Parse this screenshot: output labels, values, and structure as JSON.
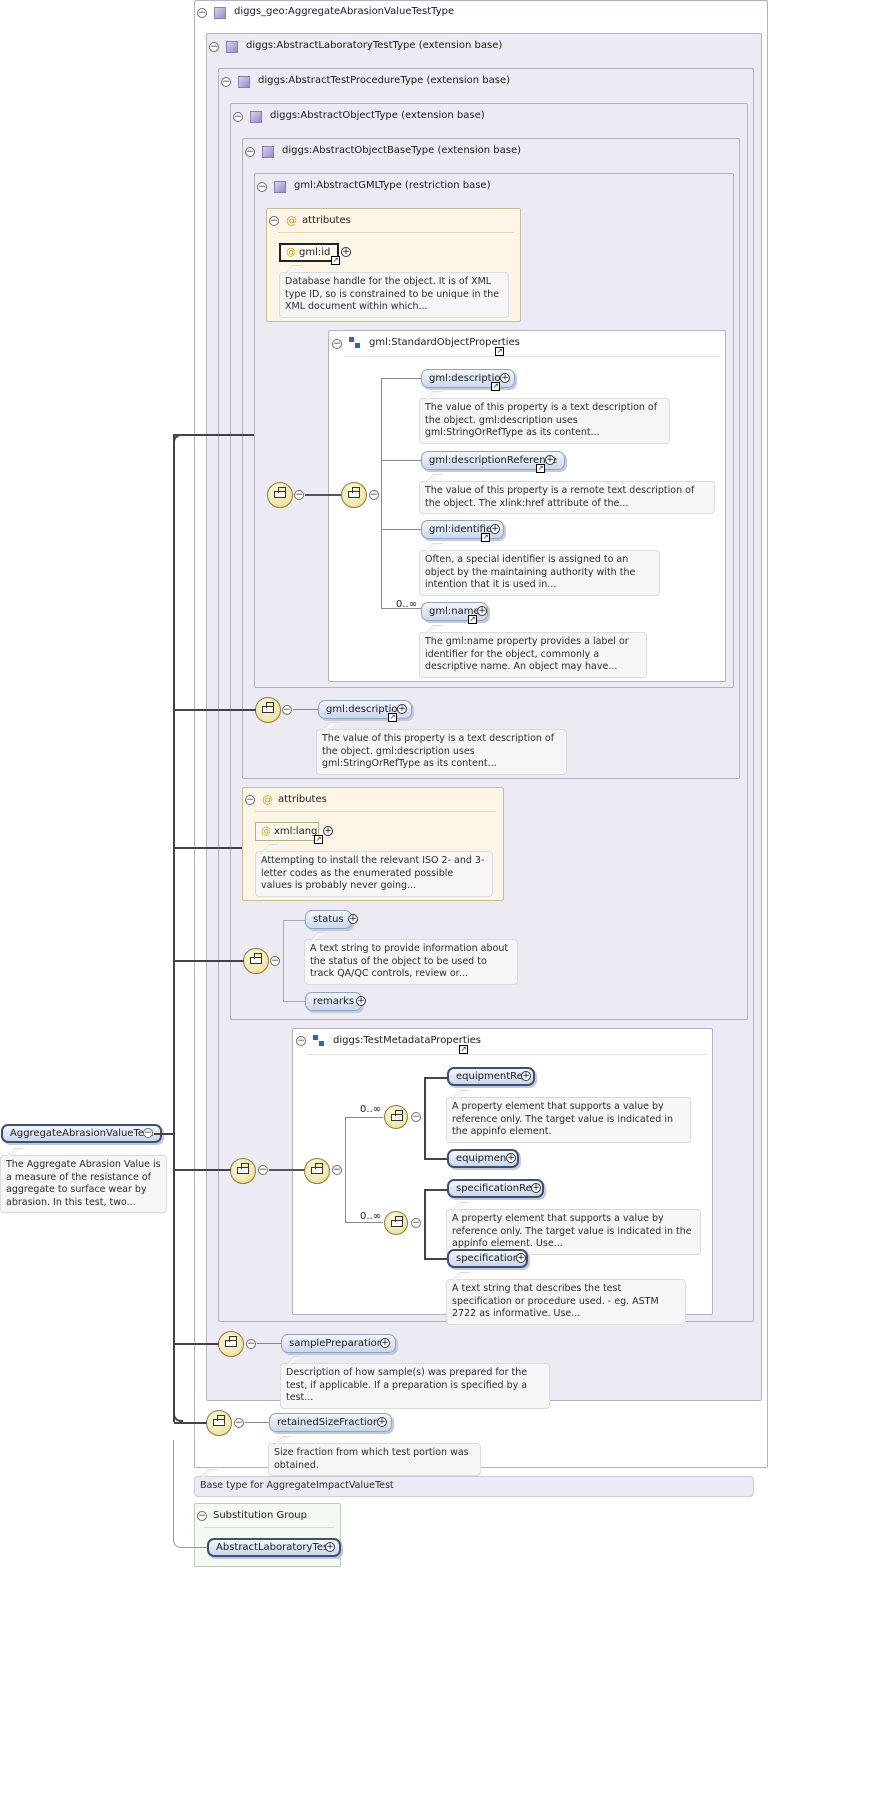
{
  "root": {
    "element": "AggregateAbrasionValueTest",
    "description": "The Aggregate Abrasion Value is a measure of the resistance of aggregate to surface wear by abrasion. In this test, two...",
    "type_title": "diggs_geo:AggregateAbrasionValueTestType"
  },
  "types": {
    "lab_test": "diggs:AbstractLaboratoryTestType (extension base)",
    "test_procedure": "diggs:AbstractTestProcedureType (extension base)",
    "object": "diggs:AbstractObjectType (extension base)",
    "object_base": "diggs:AbstractObjectBaseType (extension base)",
    "gml_type": "gml:AbstractGMLType (restriction base)"
  },
  "gml_attributes": {
    "title": "attributes",
    "attr_name": "gml:id",
    "attr_desc": "Database handle for the object. It is of XML type ID, so is constrained to be unique in the XML document within which..."
  },
  "standard_props": {
    "title": "gml:StandardObjectProperties",
    "items": [
      {
        "name": "gml:description",
        "desc": "The value of this property is a text description of the object. gml:description uses gml:StringOrRefType as its content..."
      },
      {
        "name": "gml:descriptionReference",
        "desc": "The value of this property is a remote text description of the object. The xlink:href attribute of the..."
      },
      {
        "name": "gml:identifier",
        "desc": "Often, a special identifier is assigned to an object by the maintaining authority with the intention that it is used in..."
      },
      {
        "name": "gml:name",
        "desc": "The gml:name property provides a label or identifier for the object, commonly a descriptive name. An object may have...",
        "occurs": "0..∞"
      }
    ]
  },
  "object_base_desc": {
    "name": "gml:description",
    "desc": "The value of this property is a text description of the object. gml:description uses gml:StringOrRefType as its content..."
  },
  "xml_attributes": {
    "title": "attributes",
    "attr_name": "xml:lang",
    "attr_desc": "Attempting to install the relevant ISO 2- and 3-letter codes as the enumerated possible values is probably never going..."
  },
  "object_seq": {
    "status": "status",
    "status_desc": "A text string to provide information about the status of the object to be used to track QA/QC controls, review or...",
    "remarks": "remarks"
  },
  "test_metadata": {
    "title": "diggs:TestMetadataProperties",
    "occurs1": "0..∞",
    "equipmentRef": "equipmentRef",
    "equipmentRef_desc": "A property element that supports a value by reference only. The target value is indicated in the appinfo element.",
    "equipment": "equipment",
    "occurs2": "0..∞",
    "specificationRef": "specificationRef",
    "specificationRef_desc": "A property element that supports a value by reference only. The target value is indicated in the appinfo element. Use...",
    "specification": "specification",
    "specification_desc": "A text string that describes the test specification or procedure used. - eg. ASTM 2722 as informative. Use..."
  },
  "sample_prep": {
    "name": "samplePreparations",
    "desc": "Description of how sample(s) was prepared for the test, if applicable. If a preparation is specified by a test..."
  },
  "retained": {
    "name": "retainedSizeFractions",
    "desc": "Size fraction from which test portion was obtained."
  },
  "base_type_note": "Base type for AggregateImpactValueTest",
  "substitution": {
    "title": "Substitution Group",
    "element": "AbstractLaboratoryTest"
  },
  "glyphs": {
    "minus": "−",
    "plus": "+",
    "link": "↗",
    "at": "@"
  }
}
